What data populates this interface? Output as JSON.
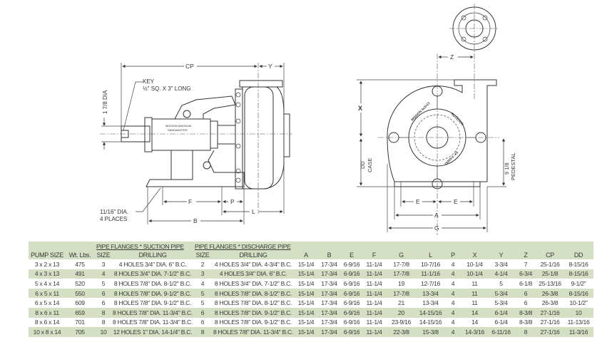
{
  "drawing": {
    "side_view": {
      "key_label": "KEY",
      "key_size": "½\" SQ. X 3\" LONG",
      "shaft_dia": "1 7/8 DIA",
      "nameplate_line1": "MISSION MAGNUM",
      "nameplate_line2": "SANDMASTER",
      "holes_line1": "11/16\" DIA.",
      "holes_line2": "4 PLACES",
      "dims": {
        "cp": "CP",
        "y": "Y",
        "f": "F",
        "p": "P",
        "l": "L",
        "b": "B"
      }
    },
    "front_view": {
      "casting_text": "MISSION 4x3x13",
      "rotation_text": "ROTATION",
      "part_number": "19205-0 -XX",
      "dd_label": "DD",
      "case_label": "CASE",
      "pedestal_dim": "9 1/8",
      "pedestal_label": "PEDESTAL",
      "dims": {
        "x": "X",
        "z": "Z",
        "e": "E",
        "a": "A",
        "g": "G"
      }
    }
  },
  "table": {
    "group_headers": {
      "suction": "PIPE FLANGES * SUCTION PIPE",
      "discharge": "PIPE FLANGES * DISCHARGE PIPE"
    },
    "columns": [
      "PUMP SIZE",
      "Wt. Lbs.",
      "SIZE",
      "DRILLING",
      "SIZE",
      "DRILLING",
      "A",
      "B",
      "E",
      "F",
      "G",
      "L",
      "P",
      "X",
      "Y",
      "Z",
      "CP",
      "DD"
    ],
    "rows": [
      [
        "3 x 2 x 13",
        "475",
        "3",
        "4 HOLES 3/4\" DIA. 6\" B.C.",
        "2",
        "4 HOLES 3/4\" DIA. 4-3/4\" B.C.",
        "15-1/4",
        "17-3/4",
        "6-9/16",
        "11-1/4",
        "17-7/8",
        "10-7/16",
        "4",
        "10-1/4",
        "3-3/4",
        "7",
        "25-1/16",
        "8-15/16"
      ],
      [
        "4 x 3 x 13",
        "491",
        "4",
        "8 HOLES 3/4\" DIA. 7-1/2\" B.C.",
        "3",
        "4 HOLES 3/4\" DIA. 6\" B.C.",
        "15-1/4",
        "17-3/4",
        "6-9/16",
        "11-1/4",
        "17-7/8",
        "11-1/16",
        "4",
        "10-1/4",
        "4-1/4",
        "6-3/4",
        "25-1/8",
        "8-15/16"
      ],
      [
        "5 x 4 x 14",
        "520",
        "5",
        "8 HOLES 7/8\" DIA. 8-1/2\" B.C.",
        "4",
        "8 HOLES 3/4\" DIA. 7-1/2\" B.C.",
        "15-1/4",
        "17-3/4",
        "6-9/16",
        "11-1/4",
        "19",
        "12-7/16",
        "4",
        "11",
        "5",
        "6-1/8",
        "25-13/16",
        "9-1/2\""
      ],
      [
        "6 x 5 x 11",
        "550",
        "6",
        "8 HOLES 7/8\" DIA. 9-1/2\" B.C.",
        "5",
        "8 HOLES 7/8\" DIA. 8-1/2\" B.C.",
        "15-1/4",
        "17-3/4",
        "6-9/16",
        "11-1/4",
        "17-7/8",
        "13-3/4",
        "4",
        "11",
        "5-3/4",
        "6",
        "26-3/8",
        "8-15/16"
      ],
      [
        "6 x 5 x 14",
        "609",
        "6",
        "8 HOLES 7/8\" DIA. 9-1/2\" B.C.",
        "5",
        "8 HOLES 7/8\" DIA. 8-1/2\" B.C.",
        "15-1/4",
        "17-3/4",
        "6-9/16",
        "11-1/4",
        "21",
        "13-3/4",
        "4",
        "11",
        "5-3/4",
        "6",
        "26-3/8",
        "10-1/2\""
      ],
      [
        "8 x 6 x 11",
        "659",
        "8",
        "8 HOLES 7/8\" DIA. 11-3/4\" B.C.",
        "6",
        "8 HOLES 7/8\" DIA. 9-1/2\" B.C.",
        "15-1/4",
        "17-3/4",
        "6-9/16",
        "11-1/4",
        "20",
        "14-15/16",
        "4",
        "14",
        "6-1/4",
        "8-3/8",
        "27-1/16",
        "10"
      ],
      [
        "8 x 6 x 14",
        "701",
        "8",
        "8 HOLES 7/8\" DIA. 11-3/4\" B.C.",
        "6",
        "8 HOLES 7/8\" DIA. 9-1/2\" B.C.",
        "15-1/4",
        "17-3/4",
        "6-9/16",
        "11-1/4",
        "23-9/16",
        "14-15/16",
        "4",
        "14",
        "6-1/4",
        "8-3/8",
        "27-1/16",
        "11-13/16"
      ],
      [
        "10 x 8 x 14",
        "705",
        "10",
        "12 HOLES 1\" DIA. 14-1/4\" B.C.",
        "8",
        "8 HOLES 7/8\" DIA. 11-3/4\" B.C.",
        "15-1/4",
        "17-3/4",
        "6-9/16",
        "11-1/4",
        "22-3/8",
        "15-3/8",
        "4",
        "14-3/16",
        "6-11/16",
        "8",
        "27-1/16",
        "11-3/16"
      ]
    ]
  }
}
